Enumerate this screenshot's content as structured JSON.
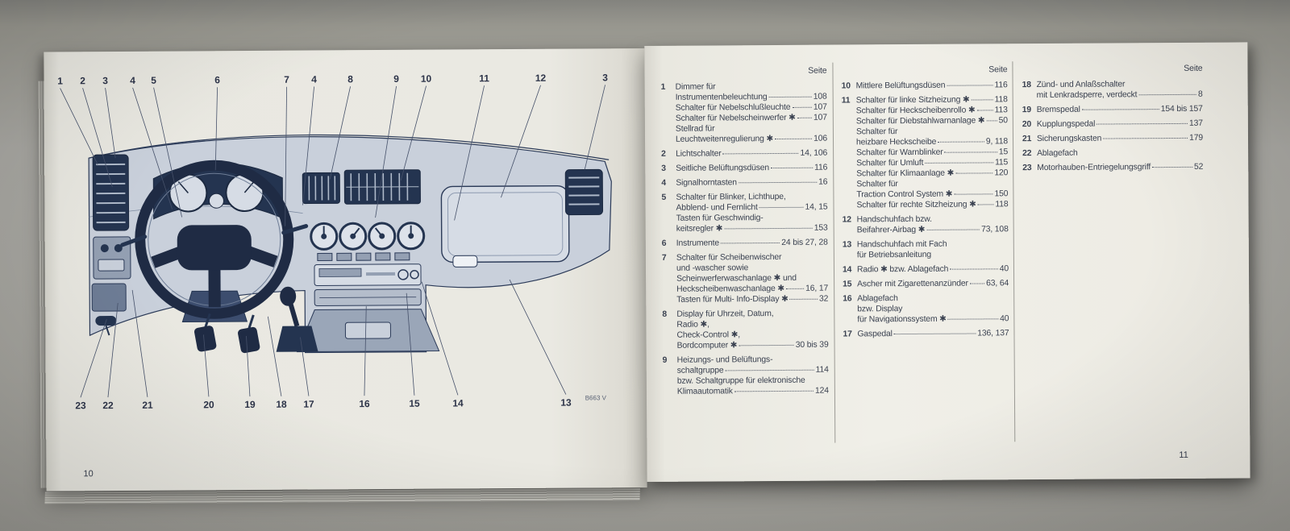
{
  "photo": {
    "surface_color": "#a4a39e"
  },
  "book": {
    "left_page": {
      "page_number": "10",
      "figure_code": "B663 V",
      "callouts_top": [
        "1",
        "2",
        "3",
        "4",
        "5",
        "6",
        "7",
        "4",
        "8",
        "9",
        "10",
        "11",
        "12",
        "3"
      ],
      "callouts_bottom": [
        "23",
        "22",
        "21",
        "20",
        "19",
        "18",
        "17",
        "16",
        "15",
        "14",
        "13"
      ]
    },
    "right_page": {
      "page_number": "11",
      "columns": [
        {
          "header": "Seite",
          "entries": [
            {
              "n": "1",
              "lines": [
                {
                  "t": "Dimmer für"
                },
                {
                  "t": "Instrumentenbeleuchtung",
                  "p": "108"
                },
                {
                  "t": "Schalter für Nebelschlußleuchte",
                  "p": "107"
                },
                {
                  "t": "Schalter für Nebelscheinwerfer ✱",
                  "p": "107"
                },
                {
                  "t": "Stellrad für"
                },
                {
                  "t": "Leuchtweitenregulierung ✱",
                  "p": "106"
                }
              ]
            },
            {
              "n": "2",
              "lines": [
                {
                  "t": "Lichtschalter",
                  "p": "14, 106"
                }
              ]
            },
            {
              "n": "3",
              "lines": [
                {
                  "t": "Seitliche Belüftungsdüsen",
                  "p": "116"
                }
              ]
            },
            {
              "n": "4",
              "lines": [
                {
                  "t": "Signalhorntasten",
                  "p": "16"
                }
              ]
            },
            {
              "n": "5",
              "lines": [
                {
                  "t": "Schalter für Blinker, Lichthupe,"
                },
                {
                  "t": "Abblend- und Fernlicht",
                  "p": "14, 15"
                },
                {
                  "t": "Tasten für Geschwindig-"
                },
                {
                  "t": "keitsregler ✱",
                  "p": "153"
                }
              ]
            },
            {
              "n": "6",
              "lines": [
                {
                  "t": "Instrumente",
                  "p": "24 bis 27, 28"
                }
              ]
            },
            {
              "n": "7",
              "lines": [
                {
                  "t": "Schalter für Scheibenwischer"
                },
                {
                  "t": "und -wascher sowie"
                },
                {
                  "t": "Scheinwerferwaschanlage ✱ und"
                },
                {
                  "t": "Heckscheibenwaschanlage ✱",
                  "p": "16, 17"
                },
                {
                  "t": "Tasten für Multi- Info-Display ✱",
                  "p": "32"
                }
              ]
            },
            {
              "n": "8",
              "lines": [
                {
                  "t": "Display für Uhrzeit, Datum,"
                },
                {
                  "t": "Radio ✱,"
                },
                {
                  "t": "Check-Control ✱,"
                },
                {
                  "t": "Bordcomputer ✱",
                  "p": "30 bis 39"
                }
              ]
            },
            {
              "n": "9",
              "lines": [
                {
                  "t": "Heizungs- und Belüftungs-"
                },
                {
                  "t": "schaltgruppe",
                  "p": "114"
                },
                {
                  "t": "bzw. Schaltgruppe für elektronische"
                },
                {
                  "t": "Klimaautomatik",
                  "p": "124"
                }
              ]
            }
          ]
        },
        {
          "header": "Seite",
          "entries": [
            {
              "n": "10",
              "lines": [
                {
                  "t": "Mittlere Belüftungsdüsen",
                  "p": "116"
                }
              ]
            },
            {
              "n": "11",
              "lines": [
                {
                  "t": "Schalter für linke Sitzheizung ✱",
                  "p": "118"
                },
                {
                  "t": "Schalter für Heckscheibenrollo ✱",
                  "p": "113"
                },
                {
                  "t": "Schalter für Diebstahlwarnanlage ✱",
                  "p": "50"
                },
                {
                  "t": "Schalter für"
                },
                {
                  "t": "heizbare Heckscheibe",
                  "p": "9, 118"
                },
                {
                  "t": "Schalter für Warnblinker",
                  "p": "15"
                },
                {
                  "t": "Schalter für Umluft",
                  "p": "115"
                },
                {
                  "t": "Schalter für Klimaanlage ✱",
                  "p": "120"
                },
                {
                  "t": "Schalter für"
                },
                {
                  "t": "Traction Control System ✱",
                  "p": "150"
                },
                {
                  "t": "Schalter für rechte Sitzheizung ✱",
                  "p": "118"
                }
              ]
            },
            {
              "n": "12",
              "lines": [
                {
                  "t": "Handschuhfach bzw."
                },
                {
                  "t": "Beifahrer-Airbag ✱",
                  "p": "73, 108"
                }
              ]
            },
            {
              "n": "13",
              "lines": [
                {
                  "t": "Handschuhfach mit Fach"
                },
                {
                  "t": "für Betriebsanleitung"
                }
              ]
            },
            {
              "n": "14",
              "lines": [
                {
                  "t": "Radio ✱ bzw. Ablagefach",
                  "p": "40"
                }
              ]
            },
            {
              "n": "15",
              "lines": [
                {
                  "t": "Ascher mit Zigarettenanzünder",
                  "p": "63, 64"
                }
              ]
            },
            {
              "n": "16",
              "lines": [
                {
                  "t": "Ablagefach"
                },
                {
                  "t": "bzw. Display"
                },
                {
                  "t": "für Navigationssystem ✱",
                  "p": "40"
                }
              ]
            },
            {
              "n": "17",
              "lines": [
                {
                  "t": "Gaspedal",
                  "p": "136, 137"
                }
              ]
            }
          ]
        },
        {
          "header": "Seite",
          "entries": [
            {
              "n": "18",
              "lines": [
                {
                  "t": "Zünd- und Anlaßschalter"
                },
                {
                  "t": "mit Lenkradsperre, verdeckt",
                  "p": "8"
                }
              ]
            },
            {
              "n": "19",
              "lines": [
                {
                  "t": "Bremspedal",
                  "p": "154 bis 157"
                }
              ]
            },
            {
              "n": "20",
              "lines": [
                {
                  "t": "Kupplungspedal",
                  "p": "137"
                }
              ]
            },
            {
              "n": "21",
              "lines": [
                {
                  "t": "Sicherungskasten",
                  "p": "179"
                }
              ]
            },
            {
              "n": "22",
              "lines": [
                {
                  "t": "Ablagefach"
                }
              ]
            },
            {
              "n": "23",
              "lines": [
                {
                  "t": "Motorhauben-Entriegelungsgriff",
                  "p": "52"
                }
              ]
            }
          ]
        }
      ]
    }
  }
}
